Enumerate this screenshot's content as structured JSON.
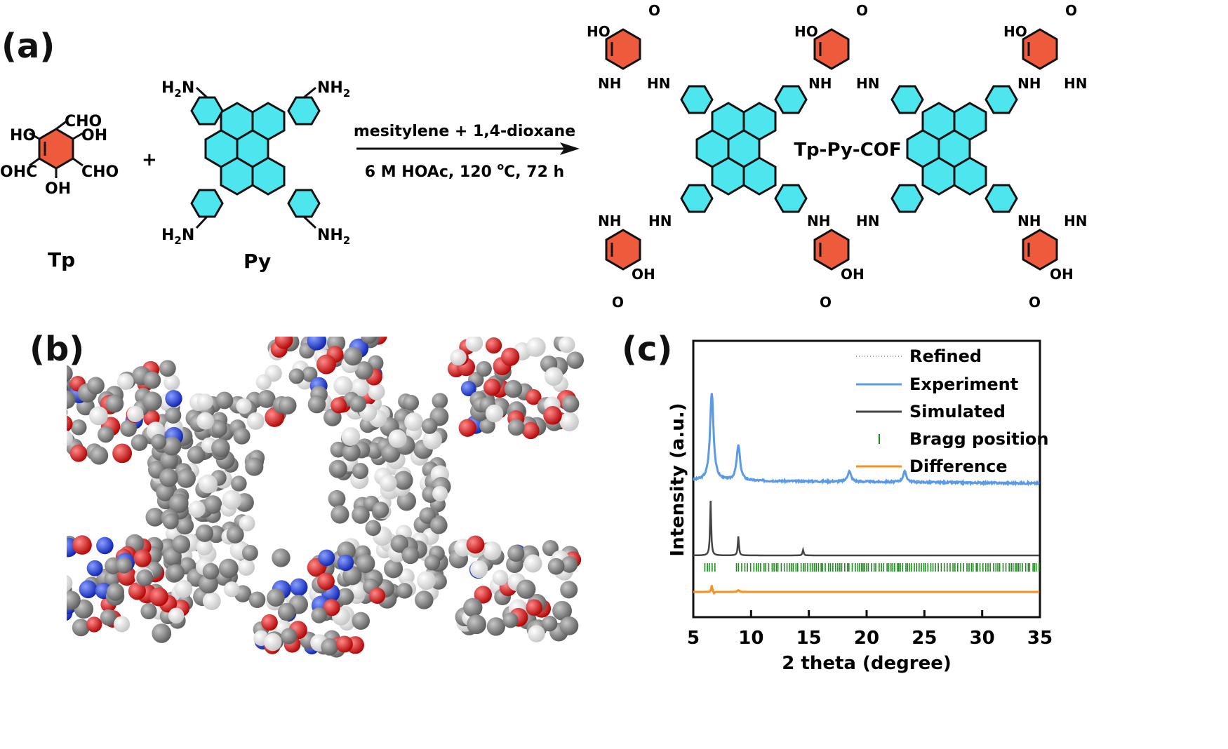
{
  "panels": {
    "a": "(a)",
    "b": "(b)",
    "c": "(c)"
  },
  "scheme": {
    "reagent1": {
      "name": "Tp",
      "groups": {
        "cho_top": "CHO",
        "oh_left": "HO",
        "oh_right": "OH",
        "cho_left": "OHC",
        "cho_right": "CHO",
        "oh_bottom": "OH"
      }
    },
    "plus": "+",
    "reagent2": {
      "name": "Py",
      "nh2": "NH2"
    },
    "conditions_top": "mesitylene + 1,4-dioxane",
    "conditions_bottom": "6 M HOAc, 120 oC, 72 h",
    "product": "Tp-Py-COF",
    "labels": {
      "ho": "HO",
      "oh": "OH",
      "o": "O",
      "nh": "NH",
      "hn": "HN"
    }
  },
  "colors": {
    "tp_ring": "#EE5A3C",
    "py_ring": "#4EE6EE",
    "experiment": "#5B9BE6",
    "simulated": "#444444",
    "bragg": "#1E8B1E",
    "difference": "#F7901E",
    "carbon": "#707070",
    "oxygen": "#E01010",
    "nitrogen": "#1030E0",
    "hydrogen": "#F2F2F2"
  },
  "chart_data": {
    "type": "line",
    "xlabel": "2 theta (degree)",
    "ylabel": "Intensity (a.u.)",
    "xlim": [
      5,
      35
    ],
    "xticks": [
      5,
      10,
      15,
      20,
      25,
      30,
      35
    ],
    "legend": [
      "Refined",
      "Experiment",
      "Simulated",
      "Bragg position",
      "Difference"
    ],
    "legend_position": "top-right",
    "peaks": [
      {
        "series": "Experiment",
        "x": 6.6,
        "height": 1.0
      },
      {
        "series": "Experiment",
        "x": 8.9,
        "height": 0.4
      },
      {
        "series": "Experiment",
        "x": 18.5,
        "height": 0.12
      },
      {
        "series": "Experiment",
        "x": 23.3,
        "height": 0.12
      },
      {
        "series": "Simulated",
        "x": 6.5,
        "height": 1.0
      },
      {
        "series": "Simulated",
        "x": 8.9,
        "height": 0.35
      },
      {
        "series": "Simulated",
        "x": 14.5,
        "height": 0.1
      }
    ]
  }
}
